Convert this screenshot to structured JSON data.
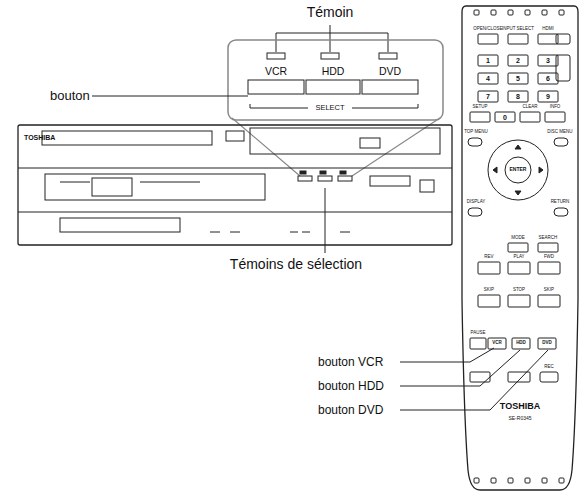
{
  "diagram": {
    "labels": [
      "Témoin",
      "bouton",
      "VCR",
      "HDD",
      "DVD",
      "SELECT",
      "Témoins de sélection",
      "bouton VCR",
      "bouton HDD",
      "bouton DVD",
      "TOSHIBA",
      "OPEN/CLOSE",
      "INPUT SELECT",
      "HDMI",
      "1",
      "2",
      "3",
      "4",
      "5",
      "6",
      "7",
      "8",
      "9",
      "SETUP",
      "0",
      "CLEAR",
      "INFO",
      "TOP MENU",
      "DISC MENU",
      "ENTER",
      "DISPLAY",
      "RETURN",
      "MODE",
      "SEARCH",
      "REV",
      "PLAY",
      "FWD",
      "SKIP",
      "STOP",
      "SKIP",
      "PAUSE",
      "VCR",
      "HDD",
      "DVD",
      "REC",
      "TOSHIBA",
      "SE-R0345"
    ]
  }
}
